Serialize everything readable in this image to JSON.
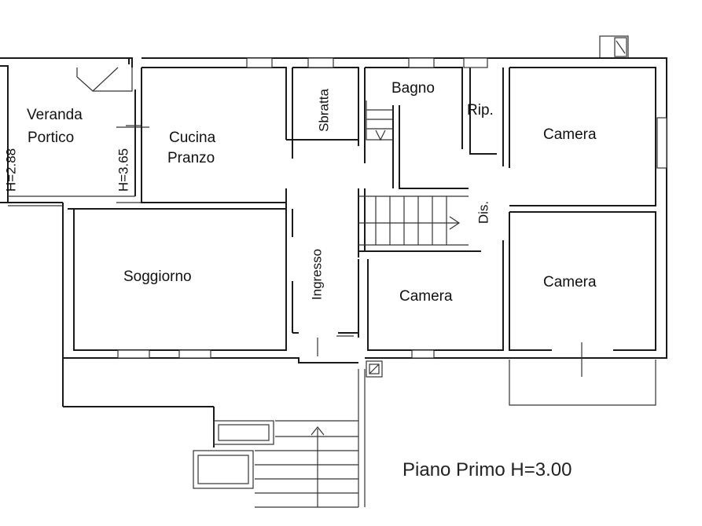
{
  "plan_title": "Piano Primo H=3.00",
  "rooms": {
    "veranda_line1": "Veranda",
    "veranda_line2": "Portico",
    "cucina_line1": "Cucina",
    "cucina_line2": "Pranzo",
    "sbratta": "Sbratta",
    "bagno": "Bagno",
    "rip": "Rip.",
    "camera_top_right": "Camera",
    "dis": "Dis.",
    "soggiorno": "Soggiorno",
    "ingresso": "Ingresso",
    "camera_center": "Camera",
    "camera_bottom_right": "Camera"
  },
  "heights": {
    "veranda_left": "H=2.88",
    "veranda_right": "H=3.65"
  }
}
